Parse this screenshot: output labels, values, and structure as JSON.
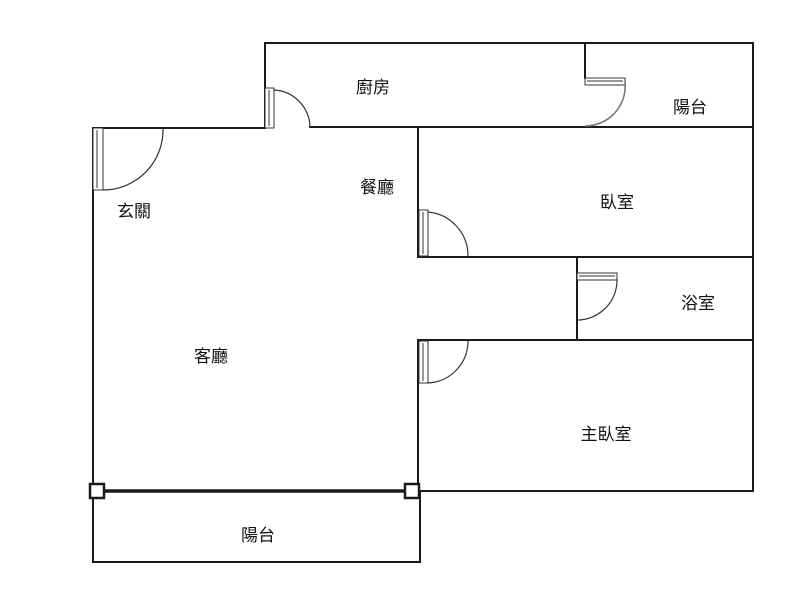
{
  "rooms": {
    "kitchen": "廚房",
    "balcony_top": "陽台",
    "dining": "餐廳",
    "bedroom": "臥室",
    "entrance": "玄關",
    "bathroom": "浴室",
    "living": "客廳",
    "master_bedroom": "主臥室",
    "balcony_bottom": "陽台"
  }
}
